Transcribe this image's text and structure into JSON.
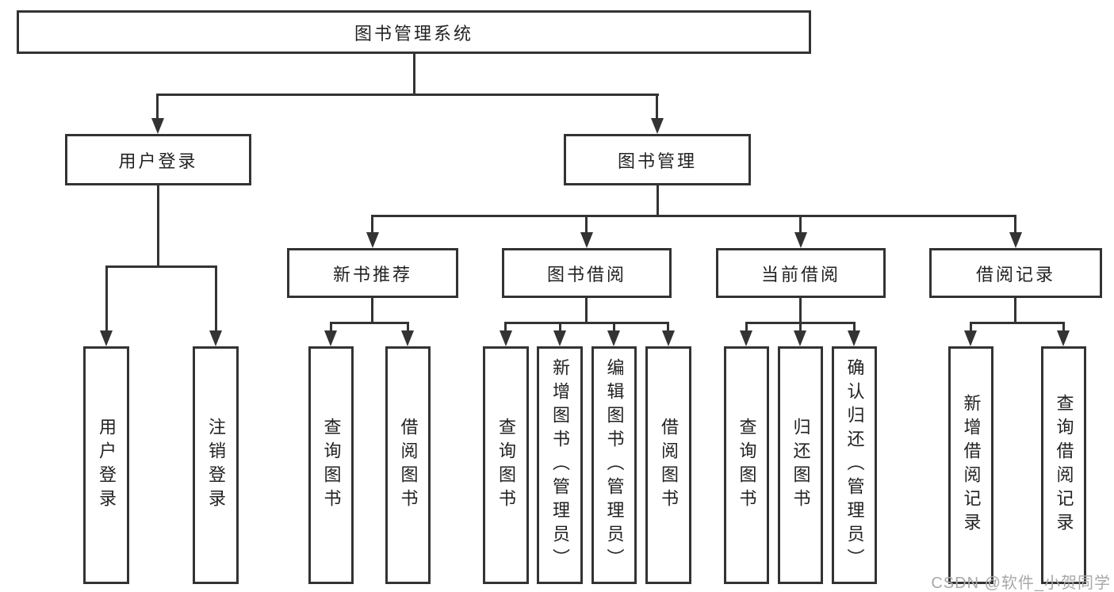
{
  "diagram": {
    "type": "hierarchy-tree",
    "root": {
      "label": "图书管理系统",
      "children": [
        {
          "label": "用户登录",
          "children": [
            {
              "label": "用户登录"
            },
            {
              "label": "注销登录"
            }
          ]
        },
        {
          "label": "图书管理",
          "children": [
            {
              "label": "新书推荐",
              "children": [
                {
                  "label": "查询图书"
                },
                {
                  "label": "借阅图书"
                }
              ]
            },
            {
              "label": "图书借阅",
              "children": [
                {
                  "label": "查询图书"
                },
                {
                  "label": "新增图书（管理员）"
                },
                {
                  "label": "编辑图书（管理员）"
                },
                {
                  "label": "借阅图书"
                }
              ]
            },
            {
              "label": "当前借阅",
              "children": [
                {
                  "label": "查询图书"
                },
                {
                  "label": "归还图书"
                },
                {
                  "label": "确认归还（管理员）"
                }
              ]
            },
            {
              "label": "借阅记录",
              "children": [
                {
                  "label": "新增借阅记录"
                },
                {
                  "label": "查询借阅记录"
                }
              ]
            }
          ]
        }
      ]
    }
  },
  "watermark": {
    "text": "CSDN @软件_小贺同学"
  },
  "colors": {
    "line": "#333333",
    "text": "#222222",
    "background": "#ffffff",
    "watermark": "#a8a8a8"
  }
}
